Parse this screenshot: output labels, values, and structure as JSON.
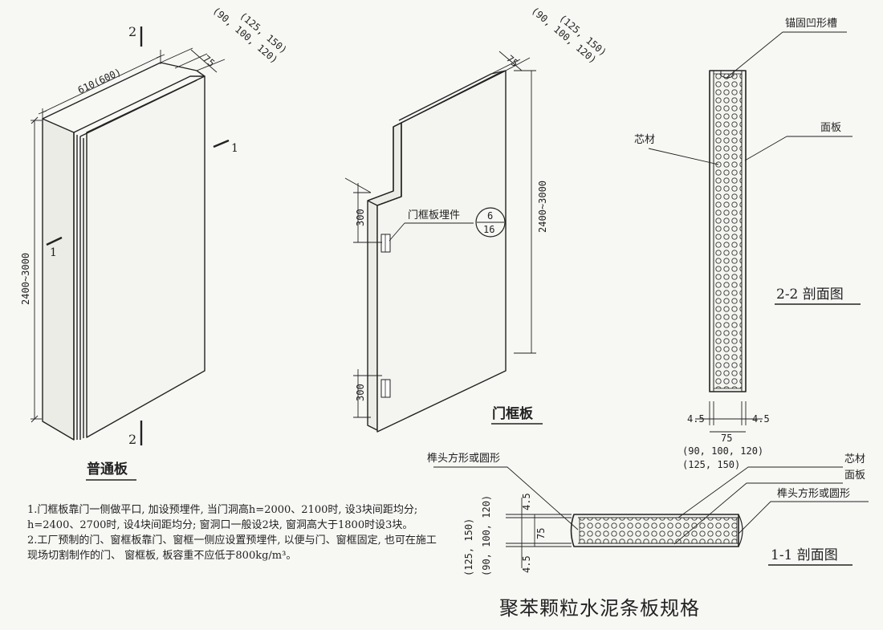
{
  "panel_plain": {
    "title": "普通板",
    "width": "610(600)",
    "height": "2400~3000",
    "thick_75": "75",
    "thick_a": "(90, 100, 120)",
    "thick_b": "(125, 150)",
    "sec_mark": "2",
    "sec_mark_side": "1"
  },
  "panel_door": {
    "title": "门框板",
    "height": "2400~3000",
    "thick_75": "75",
    "thick_a": "(90, 100, 120)",
    "thick_b": "(125, 150)",
    "d300_top": "300",
    "d300_bot": "300",
    "embed_label": "门框板埋件",
    "ref_num": "6",
    "ref_den": "16"
  },
  "section_22": {
    "title": "2-2 剖面图",
    "label_groove": "锚固凹形槽",
    "label_core": "芯材",
    "label_face": "面板",
    "d_left": "4.5",
    "d_right": "4.5",
    "d_mid": "75",
    "d_a": "(90, 100, 120)",
    "d_b": "(125, 150)"
  },
  "section_11": {
    "title": "1-1 剖面图",
    "label_tenon_left": "榫头方形或圆形",
    "label_core": "芯材",
    "label_face": "面板",
    "label_tenon_right": "榫头方形或圆形",
    "d_top": "4.5",
    "d_mid": "75",
    "d_bot": "4.5",
    "d_a": "(90, 100, 120)",
    "d_b": "(125, 150)"
  },
  "notes": [
    "1.门框板靠门一侧做平口, 加设预埋件, 当门洞高h=2000、2100时, 设3块间距均分; h=2400、2700时, 设4块间距均分; 窗洞口一般设2块, 窗洞高大于1800时设3块。",
    "2.工厂预制的门、窗框板靠门、窗框一侧应设置预埋件, 以便与门、窗框固定, 也可在施工现场切割制作的门、 窗框板, 板容重不应低于800kg/m³。"
  ],
  "main_title": "聚苯颗粒水泥条板规格"
}
